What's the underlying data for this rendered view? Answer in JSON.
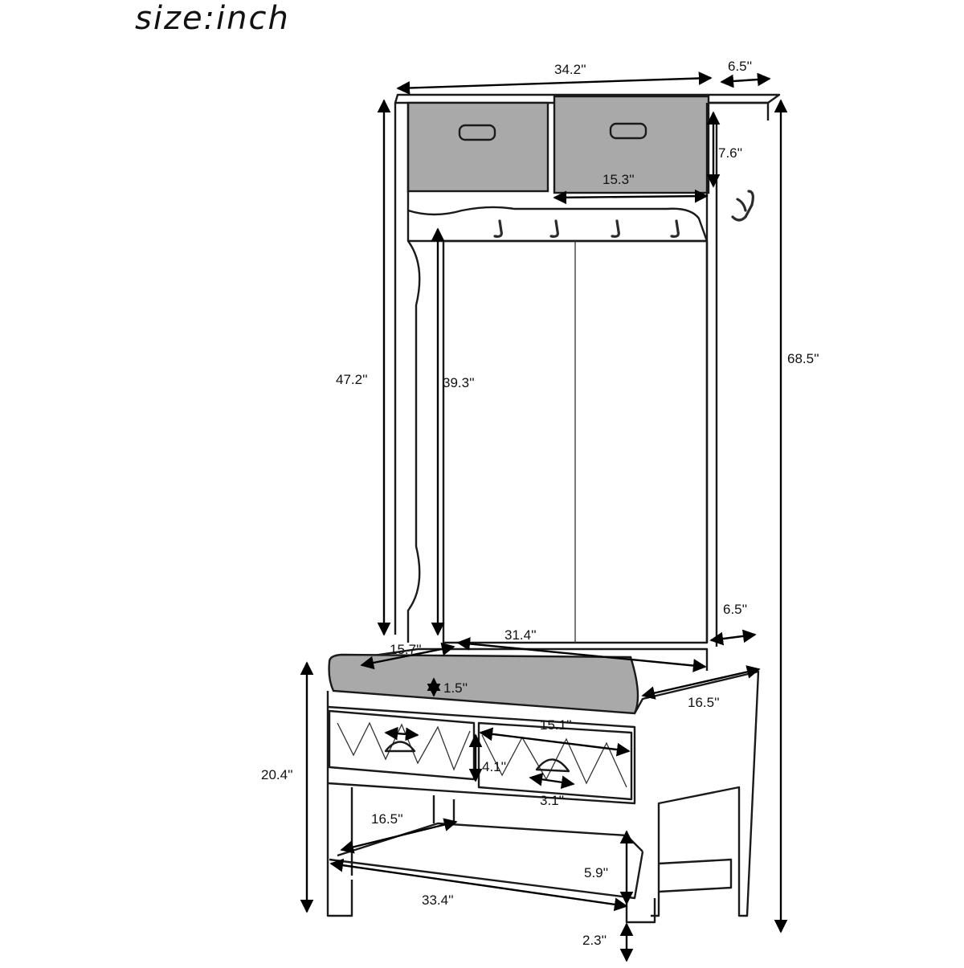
{
  "title": "size:inch",
  "dimensions": {
    "top_width": "34.2''",
    "top_depth": "6.5''",
    "basket_height": "7.6''",
    "basket_width": "15.3''",
    "total_height": "68.5''",
    "frame_height": "47.2''",
    "panel_height": "39.3''",
    "side_depth": "6.5''",
    "cushion_width": "31.4''",
    "cushion_depth": "15.7''",
    "cushion_thickness": "1.5''",
    "bench_depth": "16.5''",
    "drawer_width": "15.1''",
    "drawer_height": "4.1''",
    "handle_width": "3.1''",
    "bench_height": "20.4''",
    "shelf_depth": "16.5''",
    "shelf_height": "5.9''",
    "bench_width": "33.4''",
    "leg_height": "2.3''"
  }
}
